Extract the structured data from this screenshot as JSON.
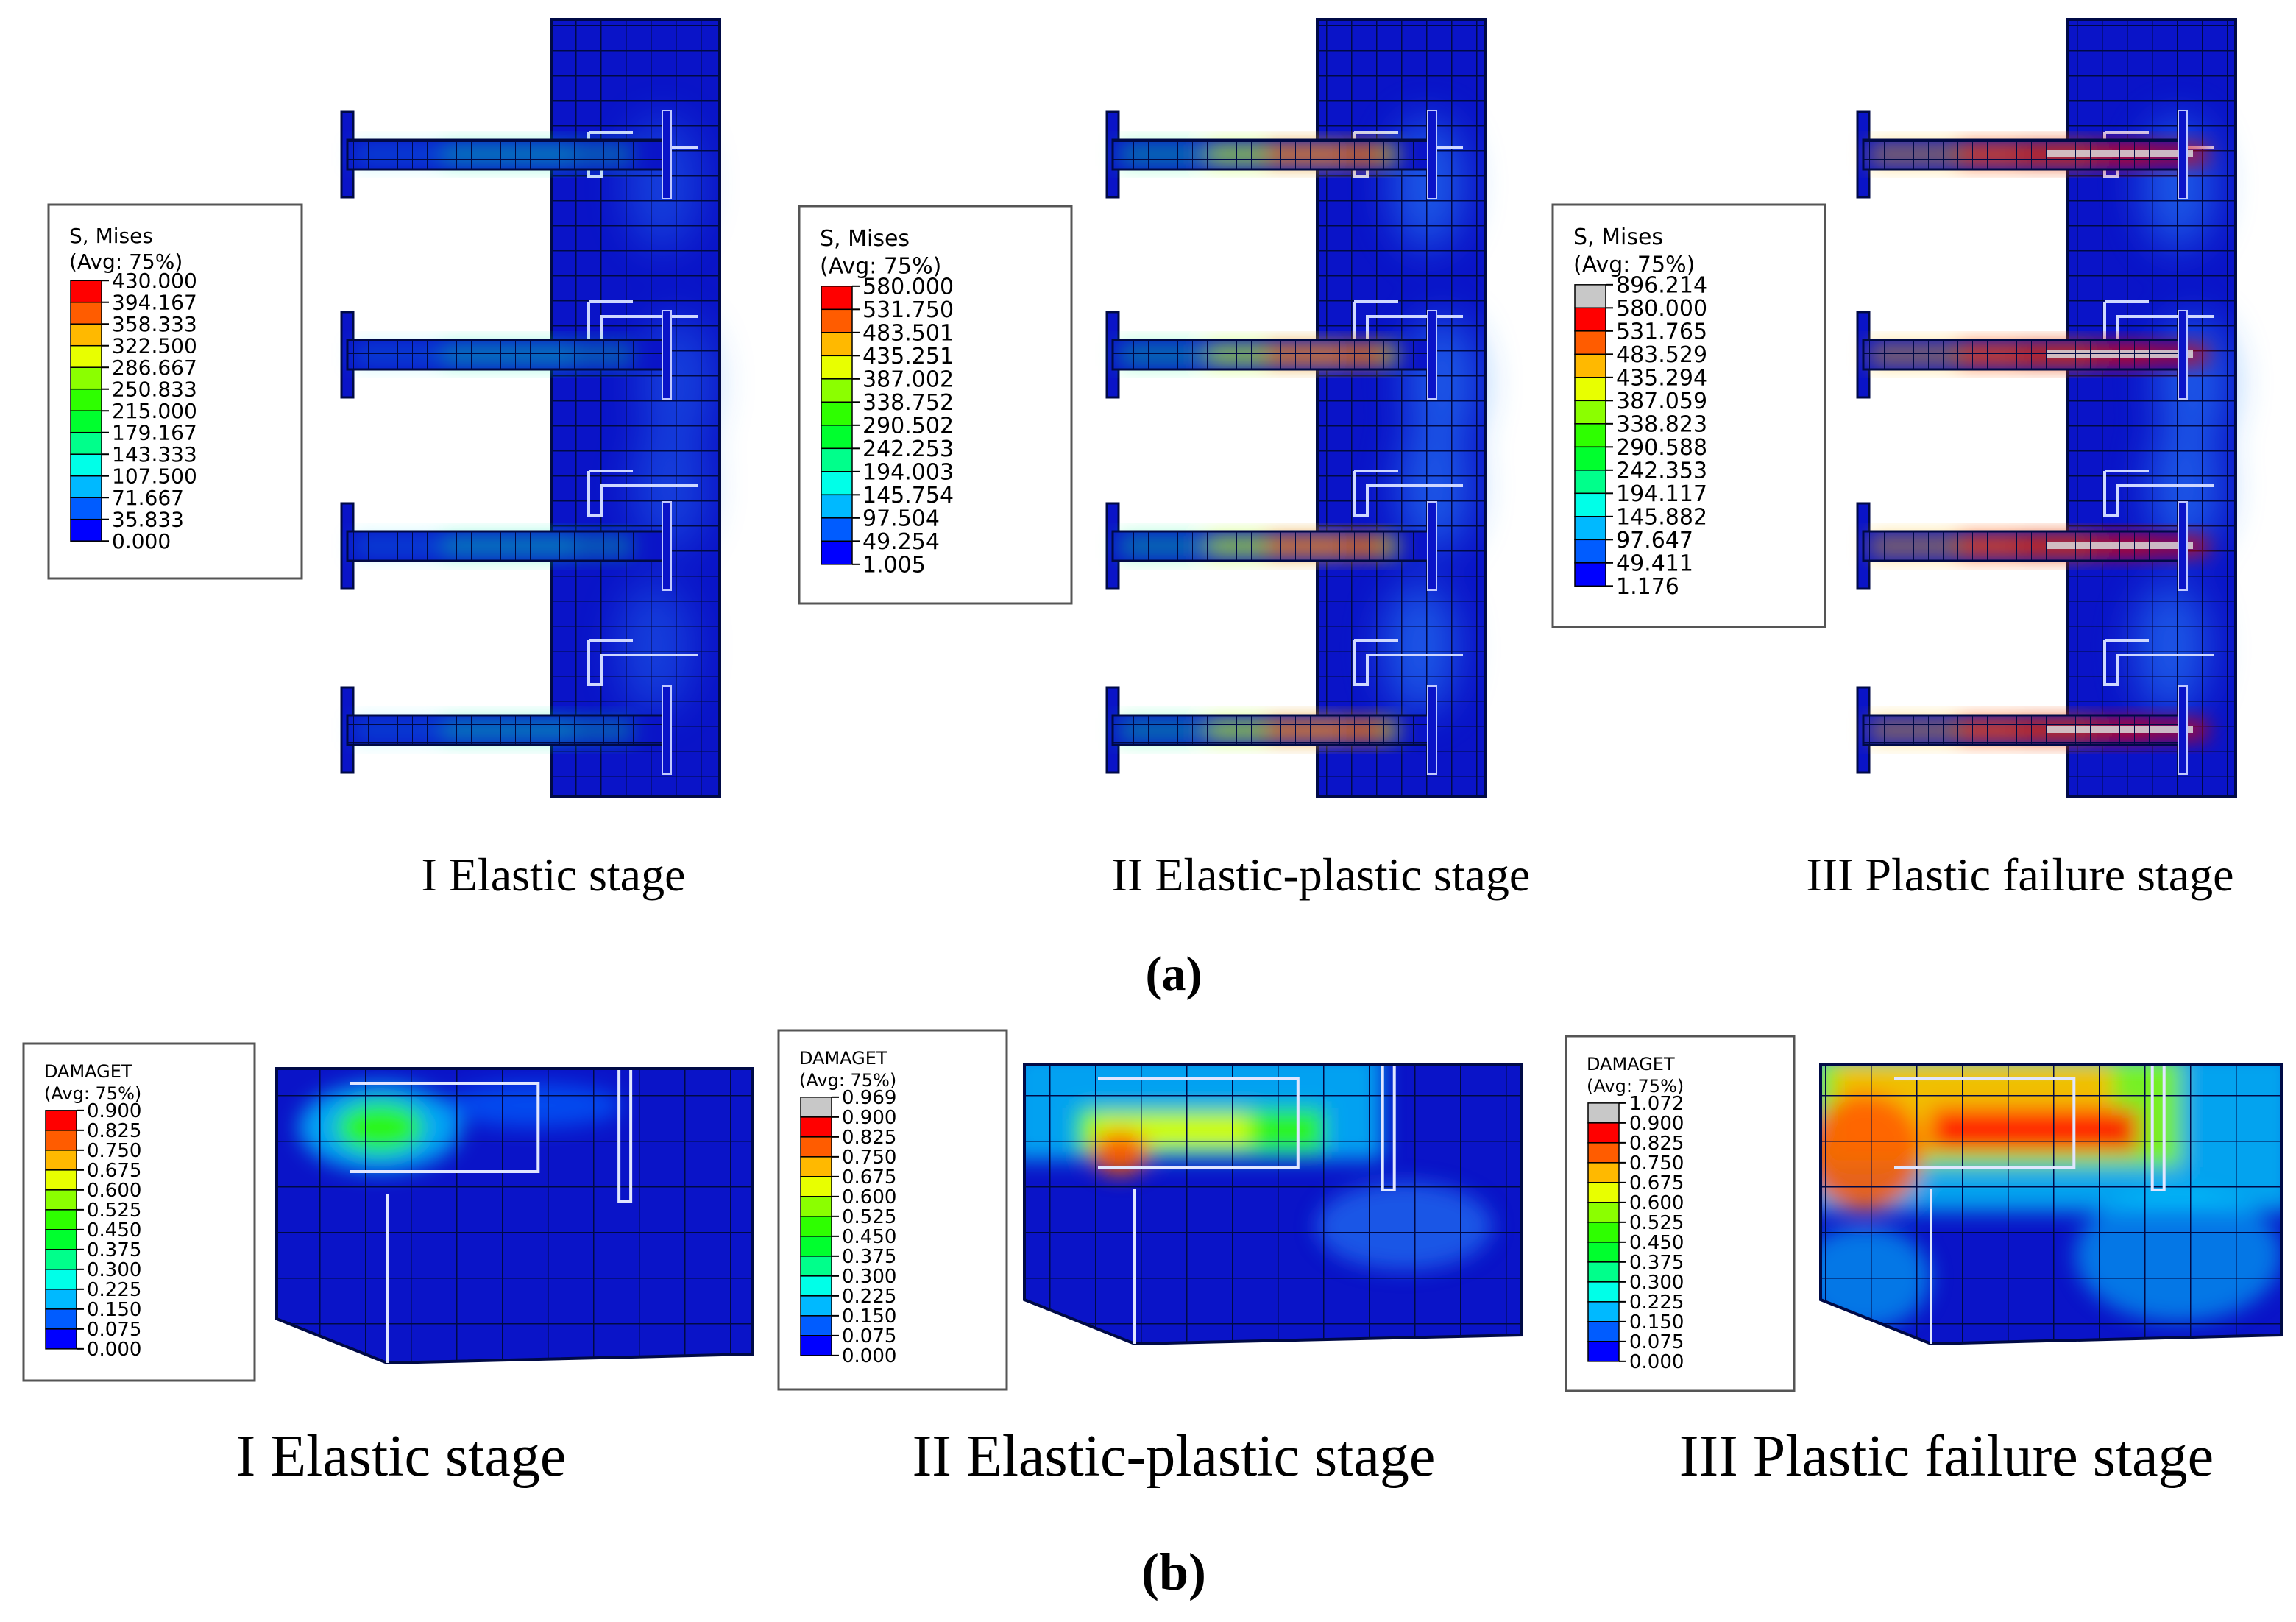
{
  "colors": {
    "contour_scale": [
      "#0000ff",
      "#005cff",
      "#00b9ff",
      "#00ffe8",
      "#00ff8b",
      "#00ff2e",
      "#2eff00",
      "#8bff00",
      "#e8ff00",
      "#ffb900",
      "#ff5c00",
      "#ff0000"
    ],
    "above_limit": "#c8c8c8",
    "mesh_base": "#0a14c8",
    "mesh_line": "#000a46"
  },
  "panel_a": {
    "label": "(a)",
    "stages": [
      {
        "caption": "I Elastic stage",
        "legend": {
          "title": "S, Mises",
          "subtitle": "(Avg: 75%)",
          "values": [
            "430.000",
            "394.167",
            "358.333",
            "322.500",
            "286.667",
            "250.833",
            "215.000",
            "179.167",
            "143.333",
            "107.500",
            "71.667",
            "35.833",
            "0.000"
          ],
          "has_overflow": false
        }
      },
      {
        "caption": "II  Elastic-plastic stage",
        "legend": {
          "title": "S, Mises",
          "subtitle": "(Avg: 75%)",
          "values": [
            "580.000",
            "531.750",
            "483.501",
            "435.251",
            "387.002",
            "338.752",
            "290.502",
            "242.253",
            "194.003",
            "145.754",
            "97.504",
            "49.254",
            "1.005"
          ],
          "has_overflow": false
        }
      },
      {
        "caption": "III  Plastic failure stage",
        "legend": {
          "title": "S, Mises",
          "subtitle": "(Avg: 75%)",
          "values": [
            "896.214",
            "580.000",
            "531.765",
            "483.529",
            "435.294",
            "387.059",
            "338.823",
            "290.588",
            "242.353",
            "194.117",
            "145.882",
            "97.647",
            "49.411",
            "1.176"
          ],
          "has_overflow": true
        }
      }
    ]
  },
  "panel_b": {
    "label": "(b)",
    "stages": [
      {
        "caption": "I Elastic stage",
        "legend": {
          "title": "DAMAGET",
          "subtitle": "(Avg: 75%)",
          "values": [
            "0.900",
            "0.825",
            "0.750",
            "0.675",
            "0.600",
            "0.525",
            "0.450",
            "0.375",
            "0.300",
            "0.225",
            "0.150",
            "0.075",
            "0.000"
          ],
          "has_overflow": false
        }
      },
      {
        "caption": "II  Elastic-plastic stage",
        "legend": {
          "title": "DAMAGET",
          "subtitle": "(Avg: 75%)",
          "values": [
            "0.969",
            "0.900",
            "0.825",
            "0.750",
            "0.675",
            "0.600",
            "0.525",
            "0.450",
            "0.375",
            "0.300",
            "0.225",
            "0.150",
            "0.075",
            "0.000"
          ],
          "has_overflow": true
        }
      },
      {
        "caption": "III  Plastic failure stage",
        "legend": {
          "title": "DAMAGET",
          "subtitle": "(Avg: 75%)",
          "values": [
            "1.072",
            "0.900",
            "0.825",
            "0.750",
            "0.675",
            "0.600",
            "0.525",
            "0.450",
            "0.375",
            "0.300",
            "0.225",
            "0.150",
            "0.075",
            "0.000"
          ],
          "has_overflow": true
        }
      }
    ]
  }
}
